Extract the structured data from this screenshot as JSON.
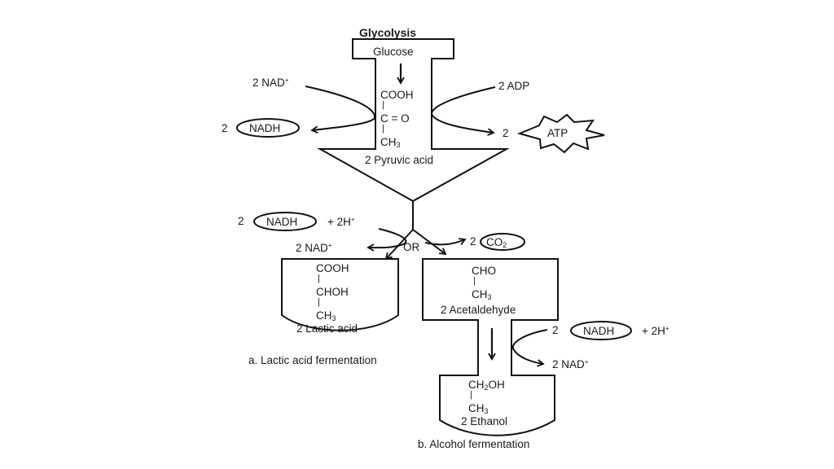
{
  "title": "Glycolysis",
  "glycolysis": {
    "start": "Glucose",
    "pyruvate_formula": {
      "top": "COOH",
      "mid": "C = O",
      "bottom": "CH",
      "bottom_sub": "3"
    },
    "product": "2 Pyruvic acid",
    "left_in": {
      "count": "2",
      "name": "NAD",
      "sup": "+"
    },
    "left_out": {
      "count": "2",
      "name": "NADH"
    },
    "right_in": {
      "label": "2 ADP"
    },
    "right_out": {
      "count": "2",
      "name": "ATP"
    }
  },
  "branch": {
    "nadh": {
      "count": "2",
      "name": "NADH",
      "extra": "+ 2H",
      "extra_sup": "+"
    },
    "nad_out": {
      "label": "2 NAD",
      "sup": "+"
    },
    "or_label": "OR",
    "co2": {
      "count": "2",
      "name": "CO",
      "sub": "2"
    }
  },
  "lactic": {
    "formula": {
      "top": "COOH",
      "mid": "CHOH",
      "bottom": "CH",
      "bottom_sub": "3"
    },
    "product": "2 Lactic acid",
    "caption": "a. Lactic acid fermentation"
  },
  "acetaldehyde": {
    "formula": {
      "top": "CHO",
      "bottom": "CH",
      "bottom_sub": "3"
    },
    "product": "2 Acetaldehyde"
  },
  "alcohol_step": {
    "nadh": {
      "count": "2",
      "name": "NADH",
      "extra": "+ 2H",
      "extra_sup": "+"
    },
    "nad_out": {
      "label": "2 NAD",
      "sup": "+"
    }
  },
  "ethanol": {
    "formula": {
      "top_a": "CH",
      "top_sub": "2",
      "top_b": "OH",
      "bottom": "CH",
      "bottom_sub": "3"
    },
    "product": "2 Ethanol",
    "caption": "b. Alcohol fermentation"
  }
}
